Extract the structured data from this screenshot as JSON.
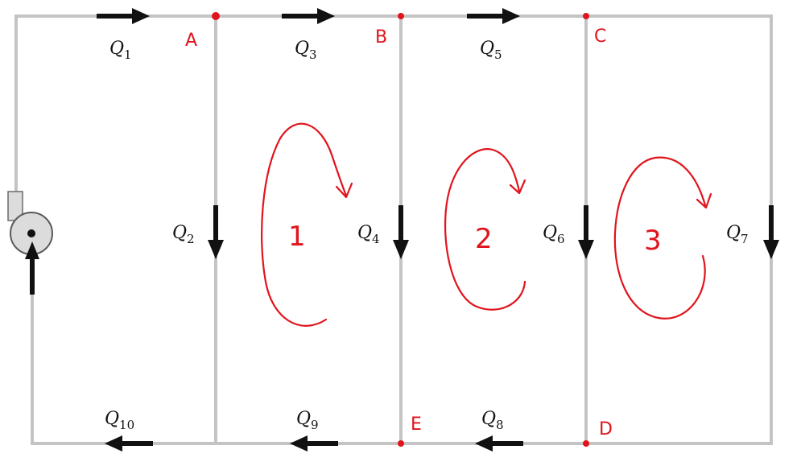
{
  "colors": {
    "pipe": "#c4c4c4",
    "arrow": "#111111",
    "annotation": "#e0141c",
    "pump_body": "#dcdcdc"
  },
  "flows": [
    {
      "id": "q1",
      "letter": "Q",
      "sub": "1"
    },
    {
      "id": "q2",
      "letter": "Q",
      "sub": "2"
    },
    {
      "id": "q3",
      "letter": "Q",
      "sub": "3"
    },
    {
      "id": "q4",
      "letter": "Q",
      "sub": "4"
    },
    {
      "id": "q5",
      "letter": "Q",
      "sub": "5"
    },
    {
      "id": "q6",
      "letter": "Q",
      "sub": "6"
    },
    {
      "id": "q7",
      "letter": "Q",
      "sub": "7"
    },
    {
      "id": "q8",
      "letter": "Q",
      "sub": "8"
    },
    {
      "id": "q9",
      "letter": "Q",
      "sub": "9"
    },
    {
      "id": "q10",
      "letter": "Q",
      "sub": "10"
    }
  ],
  "nodes": [
    "A",
    "B",
    "C",
    "D",
    "E"
  ],
  "loops": [
    "1",
    "2",
    "3"
  ]
}
